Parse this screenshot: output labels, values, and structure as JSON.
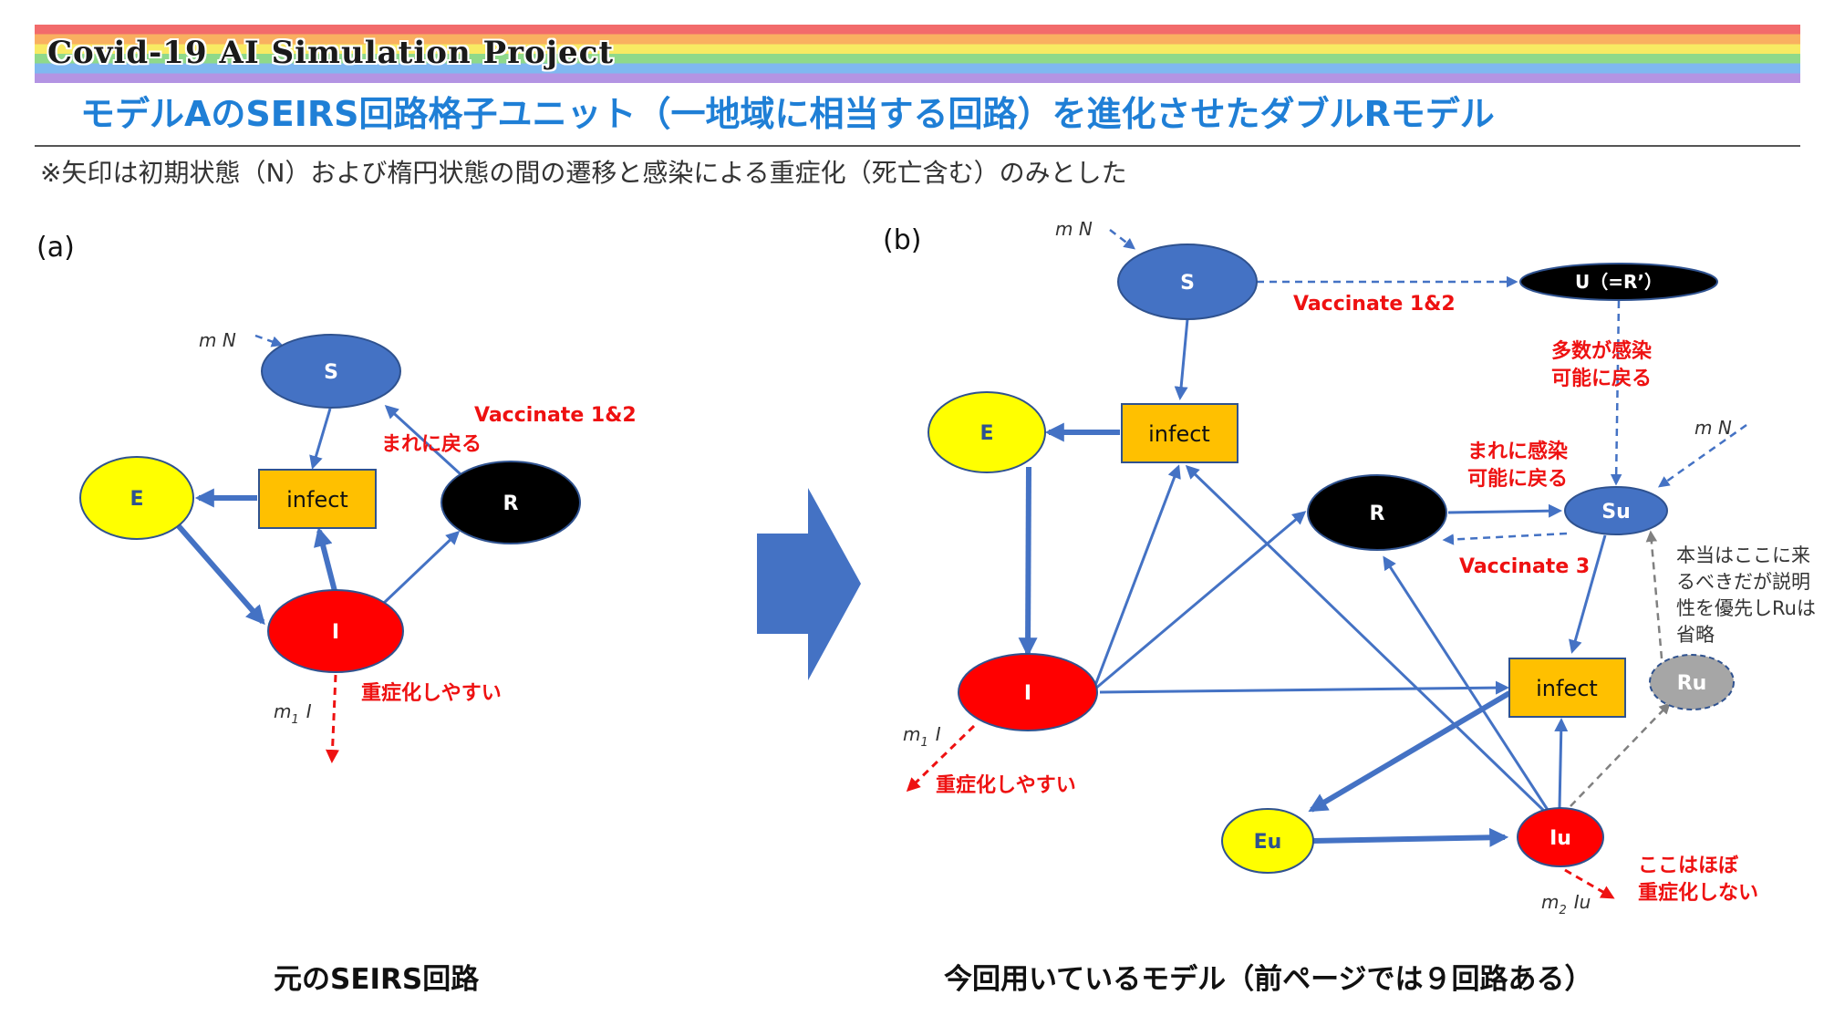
{
  "header": {
    "project_title": "Covid-19 AI Simulation Project",
    "slide_title": "モデルAのSEIRS回路格子ユニット（一地域に相当する回路）を進化させたダブルRモデル",
    "note": "※矢印は初期状態（N）および楕円状態の間の遷移と感染による重症化（死亡含む）のみとした"
  },
  "panel_a": {
    "label": "(a)",
    "caption": "元のSEIRS回路",
    "nodes": {
      "S": "S",
      "E": "E",
      "I": "I",
      "R": "R",
      "infect": "infect"
    },
    "labels": {
      "inflow": "m N",
      "vaccinate": "Vaccinate 1&2",
      "rarely_return": "まれに戻る",
      "severe": "重症化しやすい",
      "m1": "m",
      "m1_sub": "1",
      "m1_var": "I"
    }
  },
  "arrow_icon": "right-arrow-icon",
  "panel_b": {
    "label": "(b)",
    "caption": "今回用いているモデル（前ページでは９回路ある）",
    "nodes": {
      "S": "S",
      "E": "E",
      "I": "I",
      "R": "R",
      "U": "U（=R’）",
      "Su": "Su",
      "Eu": "Eu",
      "Iu": "Iu",
      "Ru": "Ru",
      "infect_top": "infect",
      "infect_bottom": "infect"
    },
    "labels": {
      "inflow_s": "m N",
      "inflow_su": "m N",
      "vaccinate12": "Vaccinate 1&2",
      "vaccinate3": "Vaccinate 3",
      "many_return_1": "多数が感染",
      "many_return_2": "可能に戻る",
      "rare_return_1": "まれに感染",
      "rare_return_2": "可能に戻る",
      "severe": "重症化しやすい",
      "not_severe_1": "ここはほぼ",
      "not_severe_2": "重症化しない",
      "m1": "m",
      "m1_sub": "1",
      "m1_var": "I",
      "m2": "m",
      "m2_sub": "2",
      "m2_var": "Iu"
    },
    "side_note": "本当はここに来るべきだが説明性を優先しRuは省略"
  },
  "colors": {
    "blue_node": "#4472c4",
    "yellow_node": "#ffff00",
    "red_node": "#ff0000",
    "black_node": "#000000",
    "gray_node": "#a6a6a6",
    "infect_box": "#ffc000",
    "arrow": "#4472c4",
    "red_text": "#ee1111",
    "title_blue": "#1f7fd6"
  }
}
